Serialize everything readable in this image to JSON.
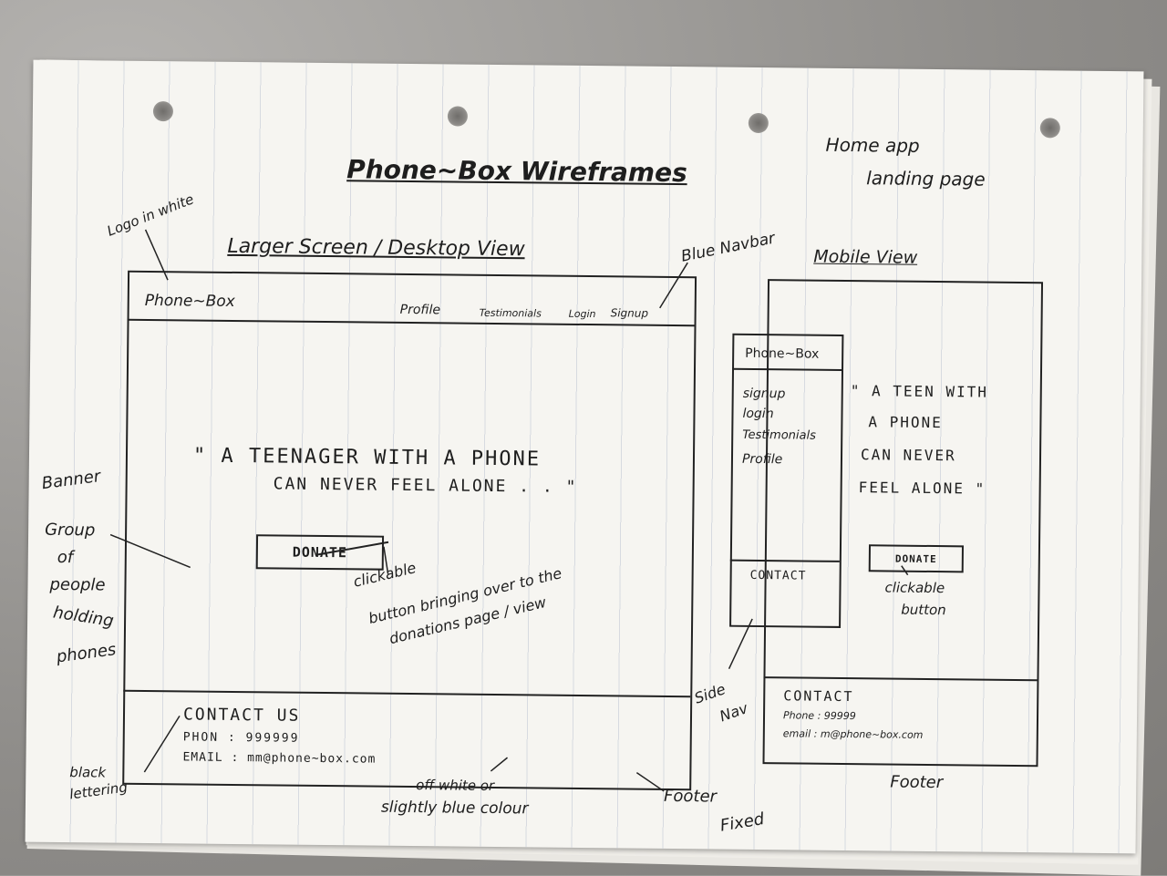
{
  "title": "Phone~Box Wireframes",
  "corner_note": [
    "Home app",
    "landing page"
  ],
  "desktop": {
    "heading": "Larger Screen / Desktop View",
    "logo_note": "Logo in white",
    "navbar_note": "Blue Navbar",
    "logo": "Phone~Box",
    "nav_items": [
      "Profile",
      "Testimonials",
      "Login",
      "Signup"
    ],
    "quote": [
      "\" A TEENAGER WITH A PHONE",
      "CAN NEVER FEEL ALONE . . \""
    ],
    "donate_label": "DONATE",
    "donate_note": [
      "clickable",
      "button bringing over to the",
      "donations page / view"
    ],
    "banner_note": [
      "Banner",
      "Group",
      "of",
      "people",
      "holding",
      "phones"
    ],
    "footer": {
      "heading": "CONTACT US",
      "phone": "PHON : 999999",
      "email": "EMAIL : mm@phone~box.com"
    },
    "lettering_note": [
      "black",
      "lettering"
    ],
    "footer_colour_note": [
      "off white or",
      "slightly blue colour"
    ],
    "footer_note": [
      "Footer",
      "Fixed"
    ]
  },
  "mobile": {
    "heading": "Mobile View",
    "sidenav": {
      "logo": "Phone~Box",
      "items": [
        "signup",
        "login",
        "Testimonials",
        "Profile"
      ],
      "contact": "CONTACT"
    },
    "sidenav_note": [
      "Side",
      "Nav"
    ],
    "quote": [
      "\" A TEEN WITH",
      "A PHONE",
      "CAN NEVER",
      "FEEL ALONE \""
    ],
    "donate_label": "DONATE",
    "donate_note": [
      "clickable",
      "button"
    ],
    "footer": {
      "heading": "CONTACT",
      "phone": "Phone : 99999",
      "email": "email : m@phone~box.com"
    },
    "footer_note": "Footer"
  }
}
